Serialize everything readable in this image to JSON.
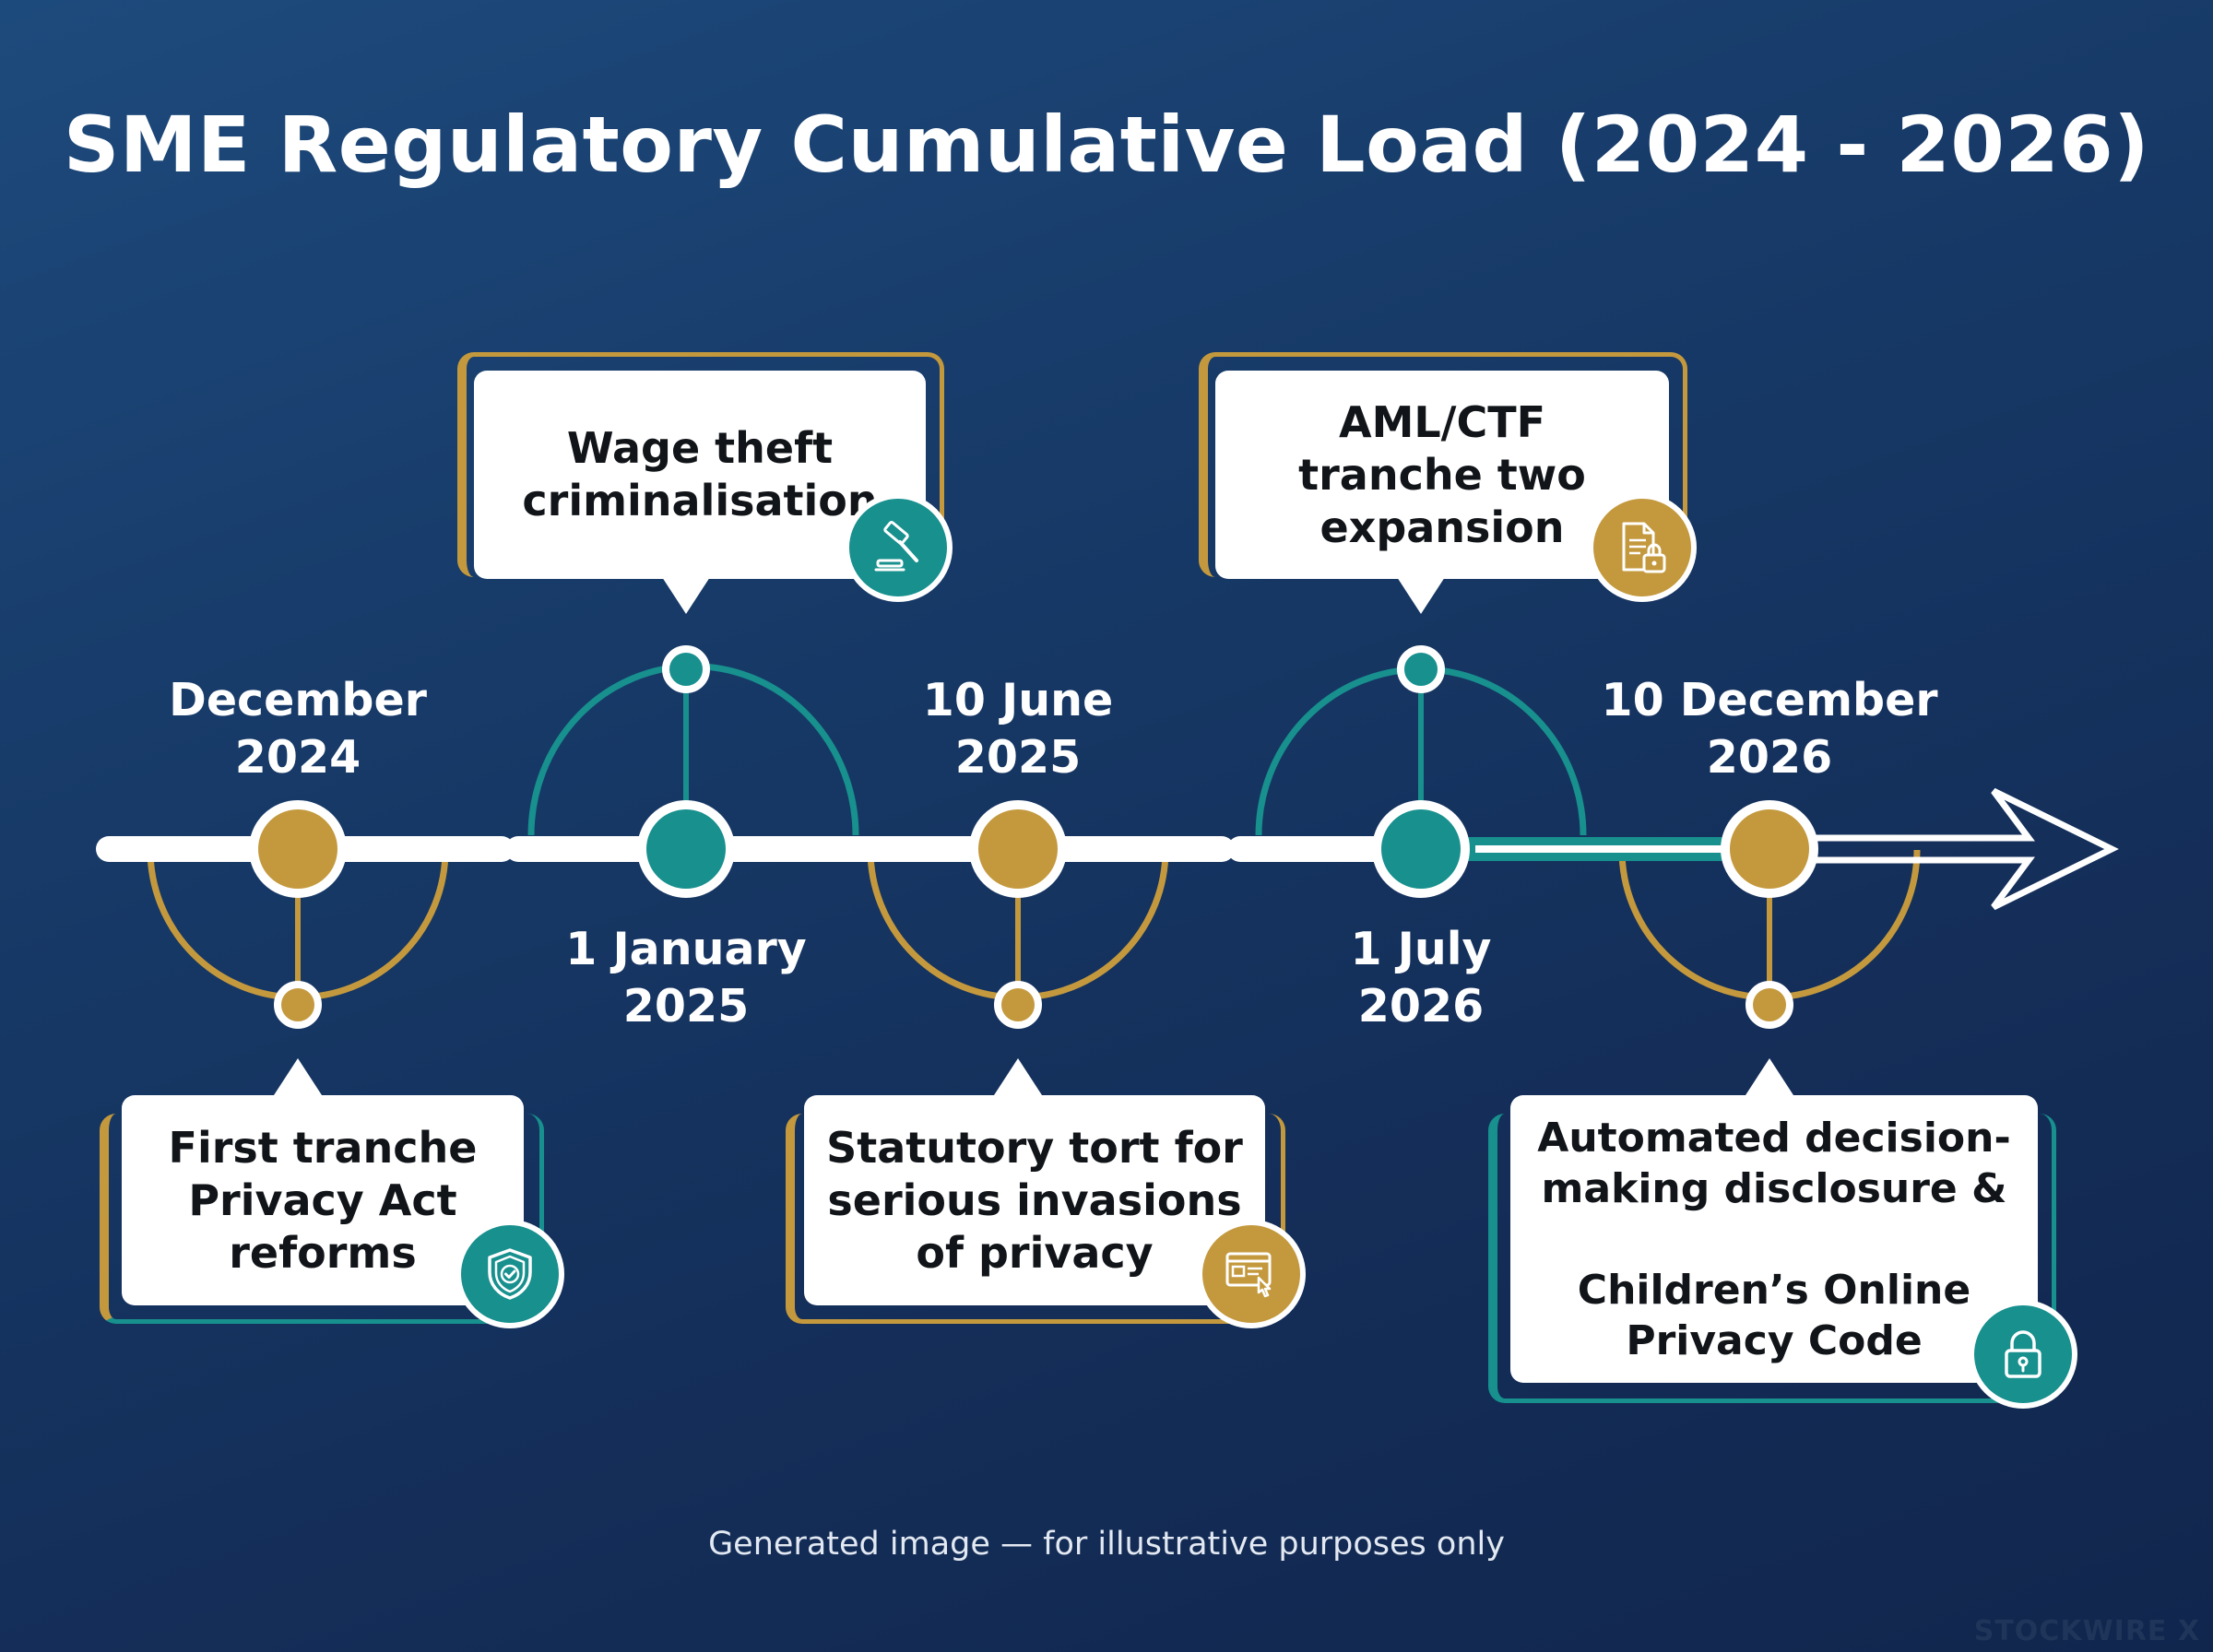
{
  "title": "SME Regulatory Cumulative Load (2024 - 2026)",
  "colors": {
    "gold": "#C4993E",
    "teal": "#17908E",
    "white": "#FFFFFF"
  },
  "milestones": [
    {
      "date": "December\n2024",
      "card": "First tranche\nPrivacy Act\nreforms",
      "icon": "shield-check-icon",
      "color": "gold",
      "position": "below"
    },
    {
      "date": "1 January\n2025",
      "card": "Wage theft\ncriminalisation",
      "icon": "gavel-icon",
      "color": "teal",
      "position": "above"
    },
    {
      "date": "10 June\n2025",
      "card": "Statutory tort for\nserious invasions\nof privacy",
      "icon": "browser-click-icon",
      "color": "gold",
      "position": "below"
    },
    {
      "date": "1 July\n2026",
      "card": "AML/CTF\ntranche two\nexpansion",
      "icon": "document-lock-icon",
      "color": "teal",
      "position": "above"
    },
    {
      "date": "10 December\n2026",
      "card": "Automated decision-\nmaking disclosure &\n\nChildren’s Online\nPrivacy Code",
      "icon": "padlock-icon",
      "color": "gold",
      "position": "below"
    }
  ],
  "footer": "Generated image — for illustrative purposes only",
  "watermark": "STOCKWIRE X"
}
